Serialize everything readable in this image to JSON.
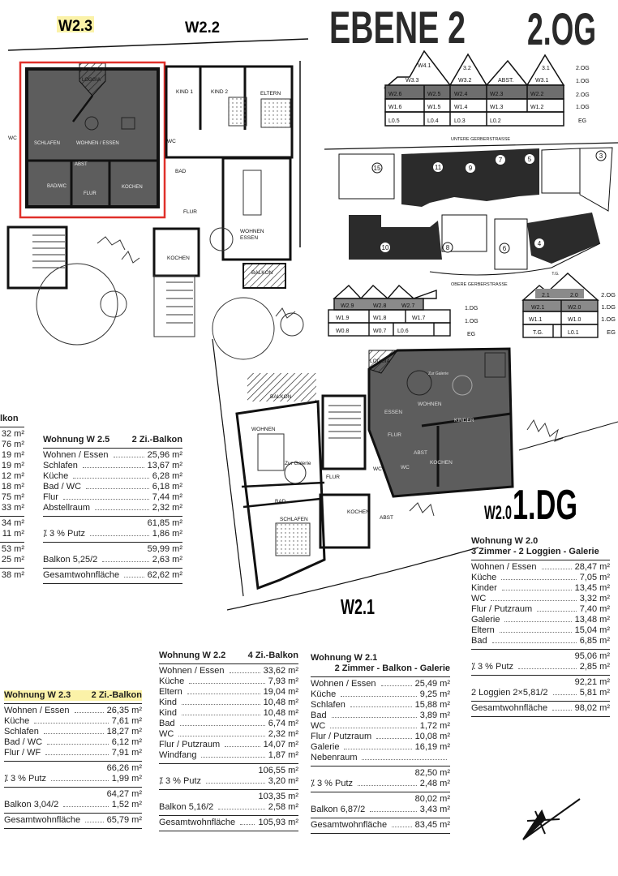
{
  "headings": {
    "w23": "W2.3",
    "w22": "W2.2",
    "ebene": "EBENE 2",
    "level_top": "2.OG",
    "w20": "W2.0",
    "level_bottom": "1.DG",
    "w21": "W2.1"
  },
  "colors": {
    "highlight_frame": "#e0302a",
    "highlight_label": "#fbf2a8",
    "apartment_fill": "#5d5d5d"
  },
  "plan_top_labels": [
    "LOGGIA",
    "SCHLAFEN",
    "WOHNEN / ESSEN",
    "ABST",
    "BAD/WC",
    "FLUR",
    "KOCHEN",
    "KIND 1",
    "KIND 2",
    "ELTERN",
    "WC",
    "WC",
    "BAD",
    "FLUR",
    "WOHNEN",
    "ESSEN",
    "KOCHEN",
    "BALKON"
  ],
  "plan_bottom_labels": [
    "LOGGIA",
    "BALKON",
    "WOHNEN",
    "Zur Galerie",
    "FLUR",
    "WC",
    "BAD",
    "SCHLAFEN",
    "KOCHEN",
    "ABST",
    "ESSEN",
    "WOHNEN",
    "KINDER",
    "FLUR",
    "ABST",
    "KOCHEN",
    "WC",
    "Zur Galerie"
  ],
  "elevation_top": {
    "roof": [
      "W4.1",
      "3.2",
      "3.1"
    ],
    "attic": [
      "W3.3",
      "W3.2",
      "ABST.",
      "W3.1"
    ],
    "row_2og": [
      "W2.6",
      "W2.5",
      "W2.4",
      "W2.3",
      "W2.2"
    ],
    "row_1og": [
      "W1.6",
      "W1.5",
      "W1.4",
      "W1.3",
      "W1.2"
    ],
    "row_eg": [
      "L0.5",
      "L0.4",
      "L0.3",
      "L0.2"
    ],
    "levels": [
      "2.OG",
      "1.OG",
      "2.OG",
      "1.OG",
      "EG"
    ]
  },
  "site_plan": {
    "street_north": "UNTERE GERBERSTRASSE",
    "street_south": "OBERE GERBERSTRASSE",
    "building_numbers": [
      "15",
      "11",
      "9",
      "7",
      "5",
      "3",
      "10",
      "8",
      "6",
      "4"
    ],
    "garage": "T.G."
  },
  "elevation_left": {
    "row_dg": [
      "W2.9",
      "W2.8",
      "W2.7"
    ],
    "row_1og": [
      "W1.9",
      "W1.8",
      "W1.7"
    ],
    "row_eg": [
      "W0.8",
      "W0.7",
      "L0.6"
    ],
    "levels": [
      "1.DG",
      "1.OG",
      "EG"
    ]
  },
  "elevation_right": {
    "row_top": [
      "2.1",
      "2.0"
    ],
    "row_dg": [
      "W2.1",
      "W2.0"
    ],
    "row_1og": [
      "W1.1",
      "W1.0"
    ],
    "row_eg": [
      "T.G.",
      "L0.1"
    ],
    "levels": [
      "2.OG",
      "1.DG",
      "1.OG",
      "EG"
    ]
  },
  "fragments": [
    "lkon",
    "32 m²",
    "76 m²",
    "19 m²",
    "19 m²",
    "12 m²",
    "18 m²",
    "75 m²",
    "33 m²",
    "34 m²",
    "11 m²",
    "53 m²",
    "25 m²",
    "38 m²"
  ],
  "tables": {
    "w25": {
      "title": "Wohnung W 2.5",
      "subtitle": "2 Zi.-Balkon",
      "rows": [
        {
          "label": "Wohnen / Essen",
          "value": "25,96 m²"
        },
        {
          "label": "Schlafen",
          "value": "13,67 m²"
        },
        {
          "label": "Küche",
          "value": "6,28 m²"
        },
        {
          "label": "Bad / WC",
          "value": "6,18 m²"
        },
        {
          "label": "Flur",
          "value": "7,44 m²"
        },
        {
          "label": "Abstellraum",
          "value": "2,32 m²"
        }
      ],
      "sum": "61,85 m²",
      "putz_label": "⁒ 3 % Putz",
      "putz_value": "1,86 m²",
      "net": "59,99 m²",
      "extra_label": "Balkon 5,25/2",
      "extra_value": "2,63 m²",
      "total_label": "Gesamtwohnfläche",
      "total_value": "62,62 m²"
    },
    "w20": {
      "title": "Wohnung W 2.0",
      "subtitle": "3 Zimmer - 2 Loggien - Galerie",
      "rows": [
        {
          "label": "Wohnen / Essen",
          "value": "28,47 m²"
        },
        {
          "label": "Küche",
          "value": "7,05 m²"
        },
        {
          "label": "Kinder",
          "value": "13,45 m²"
        },
        {
          "label": "WC",
          "value": "3,32 m²"
        },
        {
          "label": "Flur / Putzraum",
          "value": "7,40 m²"
        },
        {
          "label": "Galerie",
          "value": "13,48 m²"
        },
        {
          "label": "Eltern",
          "value": "15,04 m²"
        },
        {
          "label": "Bad",
          "value": "6,85 m²"
        }
      ],
      "sum": "95,06 m²",
      "putz_label": "⁒ 3 % Putz",
      "putz_value": "2,85 m²",
      "net": "92,21 m²",
      "extra_label": "2 Loggien 2×5,81/2",
      "extra_value": "5,81 m²",
      "total_label": "Gesamtwohnfläche",
      "total_value": "98,02 m²"
    },
    "w23": {
      "title": "Wohnung W 2.3",
      "subtitle": "2 Zi.-Balkon",
      "rows": [
        {
          "label": "Wohnen / Essen",
          "value": "26,35 m²"
        },
        {
          "label": "Küche",
          "value": "7,61 m²"
        },
        {
          "label": "Schlafen",
          "value": "18,27 m²"
        },
        {
          "label": "Bad / WC",
          "value": "6,12 m²"
        },
        {
          "label": "Flur / WF",
          "value": "7,91 m²"
        }
      ],
      "sum": "66,26 m²",
      "putz_label": "⁒ 3 % Putz",
      "putz_value": "1,99 m²",
      "net": "64,27 m²",
      "extra_label": "Balkon 3,04/2",
      "extra_value": "1,52 m²",
      "total_label": "Gesamtwohnfläche",
      "total_value": "65,79 m²"
    },
    "w22": {
      "title": "Wohnung W 2.2",
      "subtitle": "4 Zi.-Balkon",
      "rows": [
        {
          "label": "Wohnen / Essen",
          "value": "33,62 m²"
        },
        {
          "label": "Küche",
          "value": "7,93 m²"
        },
        {
          "label": "Eltern",
          "value": "19,04 m²"
        },
        {
          "label": "Kind",
          "value": "10,48 m²"
        },
        {
          "label": "Kind",
          "value": "10,48 m²"
        },
        {
          "label": "Bad",
          "value": "6,74 m²"
        },
        {
          "label": "WC",
          "value": "2,32 m²"
        },
        {
          "label": "Flur / Putzraum",
          "value": "14,07 m²"
        },
        {
          "label": "Windfang",
          "value": "1,87 m²"
        }
      ],
      "sum": "106,55 m²",
      "putz_label": "⁒ 3 % Putz",
      "putz_value": "3,20 m²",
      "net": "103,35 m²",
      "extra_label": "Balkon 5,16/2",
      "extra_value": "2,58 m²",
      "total_label": "Gesamtwohnfläche",
      "total_value": "105,93 m²"
    },
    "w21": {
      "title": "Wohnung W 2.1",
      "subtitle": "2 Zimmer - Balkon - Galerie",
      "rows": [
        {
          "label": "Wohnen / Essen",
          "value": "25,49 m²"
        },
        {
          "label": "Küche",
          "value": "9,25 m²"
        },
        {
          "label": "Schlafen",
          "value": "15,88 m²"
        },
        {
          "label": "Bad",
          "value": "3,89 m²"
        },
        {
          "label": "WC",
          "value": "1,72 m²"
        },
        {
          "label": "Flur / Putzraum",
          "value": "10,08 m²"
        },
        {
          "label": "Galerie",
          "value": "16,19 m²"
        },
        {
          "label": "Nebenraum",
          "value": ""
        }
      ],
      "sum": "82,50 m²",
      "putz_label": "⁒ 3 % Putz",
      "putz_value": "2,48 m²",
      "net": "80,02 m²",
      "extra_label": "Balkon 6,87/2",
      "extra_value": "3,43 m²",
      "total_label": "Gesamtwohnfläche",
      "total_value": "83,45 m²"
    }
  }
}
